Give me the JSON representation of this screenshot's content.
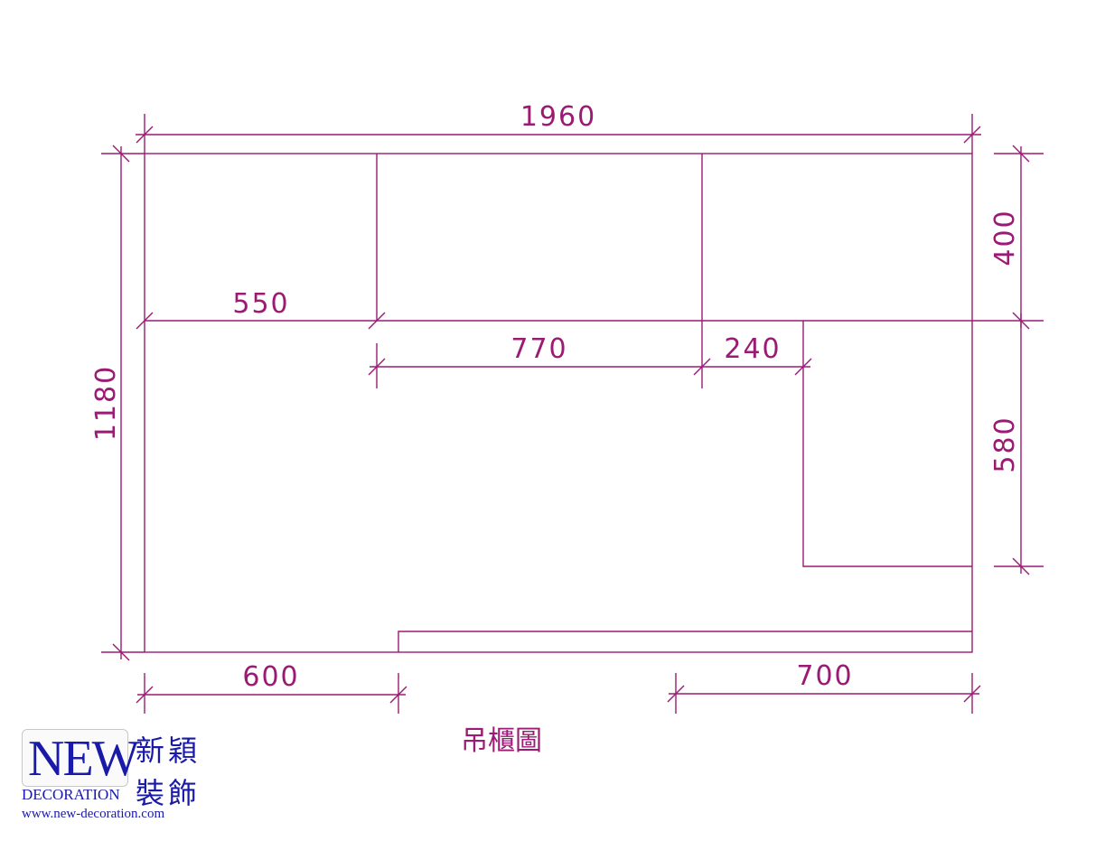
{
  "colors": {
    "line": "#9b1b74",
    "logo": "#1a1aa8"
  },
  "dimensions": {
    "overall_width": "1960",
    "overall_height": "1180",
    "upper_height": "400",
    "lower_height": "580",
    "left_upper_width": "550",
    "middle_width": "770",
    "step_width": "240",
    "bottom_left_width": "600",
    "bottom_right_width": "700"
  },
  "caption": "吊櫃圖",
  "logo": {
    "new": "NEW",
    "decoration": "DECORATION",
    "chinese_line1": "新穎",
    "chinese_line2": "裝飾",
    "url": "www.new-decoration.com"
  }
}
